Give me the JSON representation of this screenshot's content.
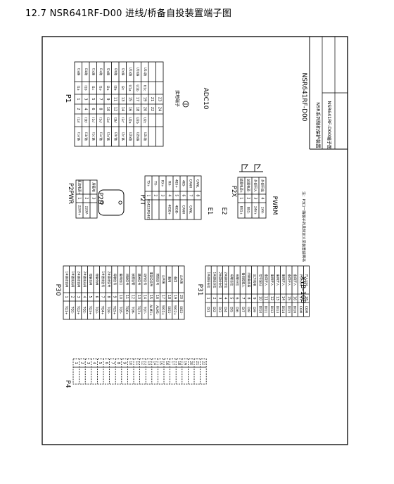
{
  "page": {
    "title": "12.7 NSR641RF-D00 进线/桥备自投装置端子图"
  },
  "title_block": {
    "model": "NSR641RF-D00",
    "device_line1": "NSR系列微机保护装置",
    "device_line2": "NSR641RF-D00端子图",
    "code": "XYB-10B"
  },
  "labels": {
    "p1": "P1",
    "adc10": "ADC10",
    "ground": "接地端子",
    "p2pwr": "P2PWR",
    "p2d": "P2D",
    "p2t": "P2T",
    "p2x": "P2X",
    "pwrm": "PWRM",
    "e1": "E1",
    "e2": "E2",
    "p30": "P30",
    "p31": "P31",
    "p4": "P4",
    "note": "注：P3口一路端子的具体定义见装置说明书"
  },
  "p1": {
    "numbers": [
      [
        "1",
        "2"
      ],
      [
        "3",
        "4"
      ],
      [
        "5",
        "6"
      ],
      [
        "7",
        "8"
      ],
      [
        "9",
        "10"
      ],
      [
        "11",
        "12"
      ],
      [
        "13",
        "14"
      ],
      [
        "15",
        "16"
      ],
      [
        "17",
        "18"
      ],
      [
        "19",
        "20"
      ],
      [
        "21",
        "22"
      ],
      [
        "23",
        "24"
      ]
    ],
    "codes_a": [
      "I1a",
      "I1b",
      "I1c",
      "I1o",
      "I2a",
      "I2b",
      "I2c",
      "U1a",
      "U1b",
      "U1c",
      "",
      ""
    ],
    "codes_b": [
      "I1a'",
      "I1b'",
      "I1c'",
      "I1o'",
      "I2a'",
      "I2b'",
      "I2c'",
      "U2a",
      "U2b",
      "U2c",
      "",
      ""
    ]
  },
  "p2pwr": {
    "rows": [
      [
        "直流电源+",
        "1",
        "220V+"
      ],
      [
        "",
        "2",
        "220V-"
      ],
      [
        "屏蔽地",
        "3",
        ""
      ]
    ]
  },
  "p2t": {
    "rows": [
      [
        "TX+",
        "1",
        "RS422/RS485"
      ],
      [
        "TX-",
        "2",
        ""
      ],
      [
        "RX+",
        "3",
        ""
      ],
      [
        "RX-",
        "4",
        "485B+"
      ],
      [
        "485+",
        "5",
        "485B-"
      ],
      [
        "485-",
        "6",
        "CANH"
      ],
      [
        "CANH",
        "7",
        "CANL"
      ],
      [
        "CANL",
        "8",
        ""
      ]
    ]
  },
  "pwrm": {
    "rows": [
      [
        "装置电源+",
        "1",
        "BS1+"
      ],
      [
        "装置电源-",
        "2",
        "BS1-"
      ],
      [
        "外部开入",
        "3",
        "24V+"
      ],
      [
        "外部开出",
        "4",
        "24V-"
      ]
    ]
  },
  "p30": {
    "numbers": [
      "1",
      "2",
      "3",
      "4",
      "5",
      "6",
      "7",
      "8",
      "9",
      "10",
      "11",
      "12",
      "13",
      "14",
      "15",
      "16",
      "17",
      "18",
      "19",
      "20"
    ],
    "left": [
      "1#进线合闸",
      "1#进线分闸",
      "2#进线合闸",
      "2#进线分闸",
      "母联合闸",
      "母联分闸",
      "1#进线信号",
      "2#进线信号",
      "母联信号",
      "备用出口",
      "闭锁信号",
      "装置告警",
      "跳闸信号",
      "动作信号",
      "事故总信号",
      "预告信号",
      "公共端",
      "备用",
      "备用",
      "公共端"
    ],
    "right": [
      "TQ1+",
      "TQ1-",
      "TQ2+",
      "TQ2-",
      "TQ3+",
      "TQ3-",
      "TQ4+",
      "TQ4-",
      "TQ5+",
      "TQ5-",
      "TQ6+",
      "TQ6-",
      "TQ7+",
      "TQ7-",
      "ALM1+",
      "ALM1-",
      "SIG1+",
      "SIG1-",
      "SIG2+",
      "SIG2-"
    ]
  },
  "p31": {
    "numbers": [
      "1",
      "2",
      "3",
      "4",
      "5",
      "6",
      "7",
      "8",
      "9",
      "10",
      "11",
      "12",
      "13",
      "14",
      "15",
      "16",
      "17",
      "18"
    ],
    "left": [
      "1#进线合位",
      "1#进线分位",
      "2#进线合位",
      "2#进线分位",
      "母联合位",
      "母联分位",
      "备自投投入",
      "闭锁备自投",
      "远方就地",
      "信号复归",
      "备用开入",
      "备用开入",
      "备用开入",
      "备用开入",
      "备用开入",
      "备用开入",
      "开入公共",
      "开入公共"
    ],
    "right": [
      "DI1",
      "DI2",
      "DI3",
      "DI4",
      "DI5",
      "DI6",
      "DI7",
      "DI8",
      "DI9",
      "DI10",
      "DI11",
      "DI12",
      "DI13",
      "DI14",
      "DI15",
      "DI16",
      "COM",
      "COM"
    ]
  },
  "p4": {
    "numbers": [
      "1",
      "2",
      "3",
      "4",
      "5",
      "6",
      "7",
      "8",
      "9",
      "10",
      "11",
      "12",
      "13",
      "14",
      "15",
      "16",
      "17",
      "18",
      "19",
      "20",
      "21",
      "22"
    ]
  },
  "colors": {
    "ink": "#000000",
    "paper": "#ffffff"
  }
}
